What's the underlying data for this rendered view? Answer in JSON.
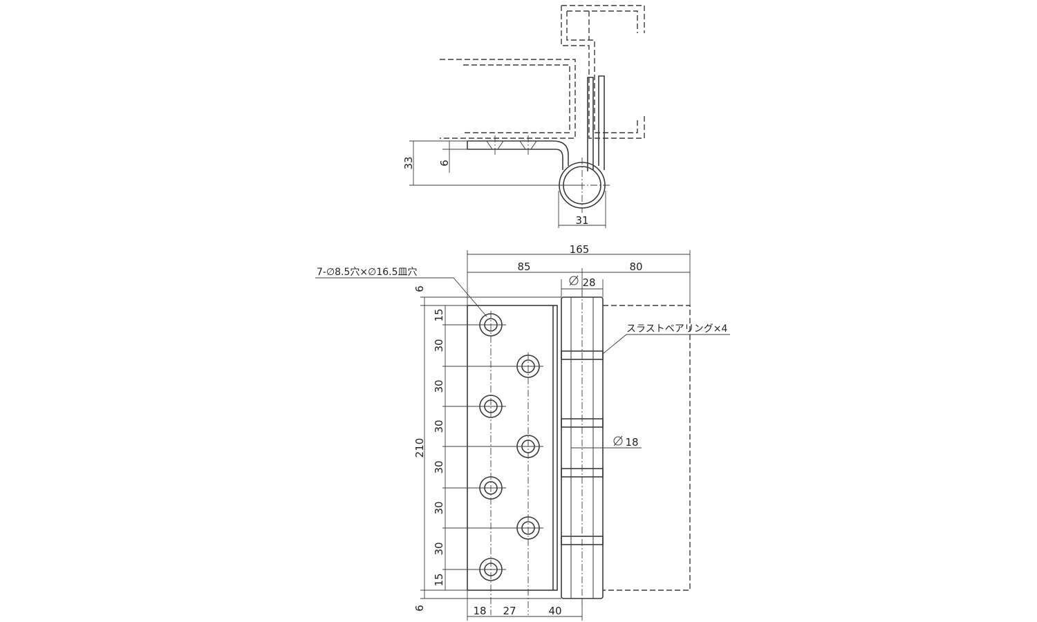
{
  "section_view": {
    "dims": {
      "overall_offset": "33",
      "leaf_offset": "6",
      "knuckle_width": "31"
    }
  },
  "front_view": {
    "dims": {
      "overall_width": "165",
      "left_width": "85",
      "right_width": "80",
      "knuckle_dia": "28",
      "pin_dia": "18",
      "height": "210",
      "top_offset": "6",
      "bottom_offset": "6",
      "hole_spacing": [
        "15",
        "30",
        "30",
        "30",
        "30",
        "30",
        "30",
        "15"
      ],
      "hole_x_spacing": [
        "18",
        "27",
        "40"
      ]
    },
    "callouts": {
      "hole_spec": "7-∅8.5穴×∅16.5皿穴",
      "bearing_spec": "スラストベアリング×4"
    }
  }
}
